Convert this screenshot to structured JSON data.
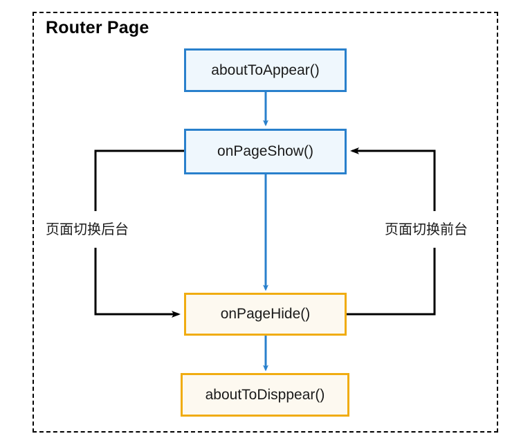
{
  "diagram": {
    "type": "flowchart",
    "group": {
      "title": "Router Page",
      "border_style": "dashed",
      "border_color": "#000000"
    },
    "colors": {
      "blue_stroke": "#2980cc",
      "blue_fill": "#eff7fd",
      "amber_stroke": "#f0ac11",
      "amber_fill": "#fdf9f0",
      "blue_arrow": "#2980cc",
      "black_arrow": "#000000"
    },
    "nodes": [
      {
        "id": "about_to_appear",
        "label": "aboutToAppear()",
        "style": "blue"
      },
      {
        "id": "on_page_show",
        "label": "onPageShow()",
        "style": "blue"
      },
      {
        "id": "on_page_hide",
        "label": "onPageHide()",
        "style": "amber"
      },
      {
        "id": "about_to_disappear",
        "label": "aboutToDisppear()",
        "style": "amber"
      }
    ],
    "edges": [
      {
        "id": "e1",
        "from": "about_to_appear",
        "to": "on_page_show",
        "label": "",
        "color": "#2980cc"
      },
      {
        "id": "e2",
        "from": "on_page_show",
        "to": "on_page_hide",
        "label": "",
        "color": "#2980cc"
      },
      {
        "id": "e3",
        "from": "on_page_hide",
        "to": "about_to_disappear",
        "label": "",
        "color": "#2980cc"
      },
      {
        "id": "e4",
        "from": "on_page_show",
        "to": "on_page_hide",
        "label": "页面切换后台",
        "color": "#000000",
        "route": "left"
      },
      {
        "id": "e5",
        "from": "on_page_hide",
        "to": "on_page_show",
        "label": "页面切换前台",
        "color": "#000000",
        "route": "right"
      }
    ],
    "labels": {
      "to_background": "页面切换后台",
      "to_foreground": "页面切换前台"
    }
  }
}
